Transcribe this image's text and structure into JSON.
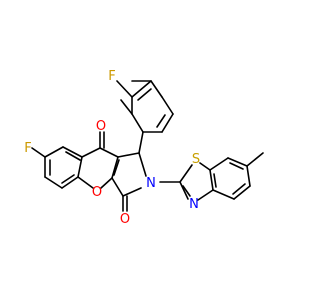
{
  "atom_labels": {
    "fluoro_top": "F",
    "fluoro_left": "F",
    "ketone_oxygen": "O",
    "ring_oxygen": "O",
    "amide_oxygen": "O",
    "pyrrole_nitrogen": "N",
    "thiazole_sulfur": "S",
    "thiazole_nitrogen": "N"
  },
  "colors": {
    "bond": "#000000",
    "oxygen": "#ff0000",
    "nitrogen": "#0000ff",
    "sulfur": "#c8a000",
    "fluorine": "#cc9900",
    "background": "#ffffff"
  }
}
